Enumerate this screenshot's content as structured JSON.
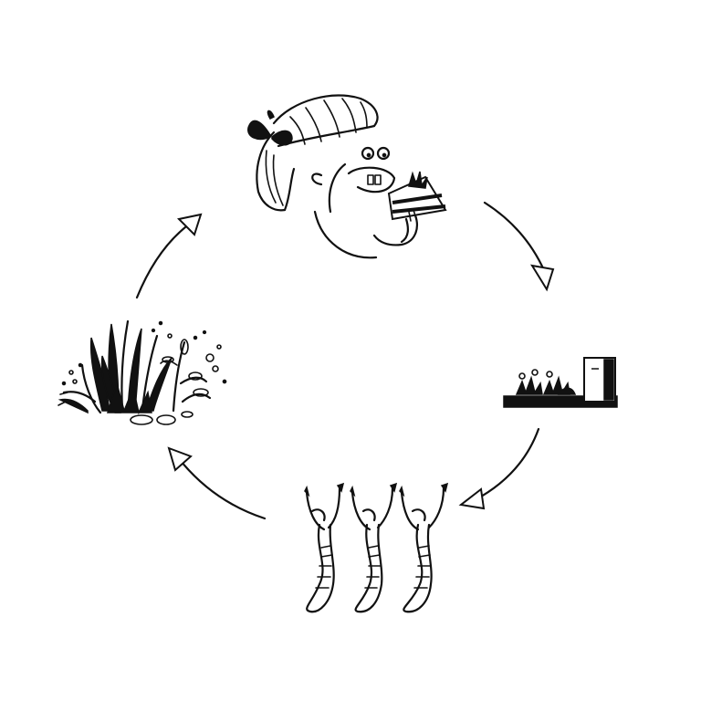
{
  "colors": {
    "ink": "#111111",
    "background": "#ffffff"
  },
  "diagram": {
    "type": "cycle",
    "stages": [
      {
        "id": "person-eating-cake",
        "icon": "person-eating-cake-icon"
      },
      {
        "id": "kitchen-counter-with-food-scraps",
        "icon": "kitchen-counter-icon"
      },
      {
        "id": "worms",
        "icon": "worms-icon"
      },
      {
        "id": "plants",
        "icon": "plants-icon"
      }
    ],
    "arrows": [
      {
        "from": "person-eating-cake",
        "to": "kitchen-counter-with-food-scraps"
      },
      {
        "from": "kitchen-counter-with-food-scraps",
        "to": "worms"
      },
      {
        "from": "worms",
        "to": "plants"
      },
      {
        "from": "plants",
        "to": "person-eating-cake"
      }
    ]
  }
}
